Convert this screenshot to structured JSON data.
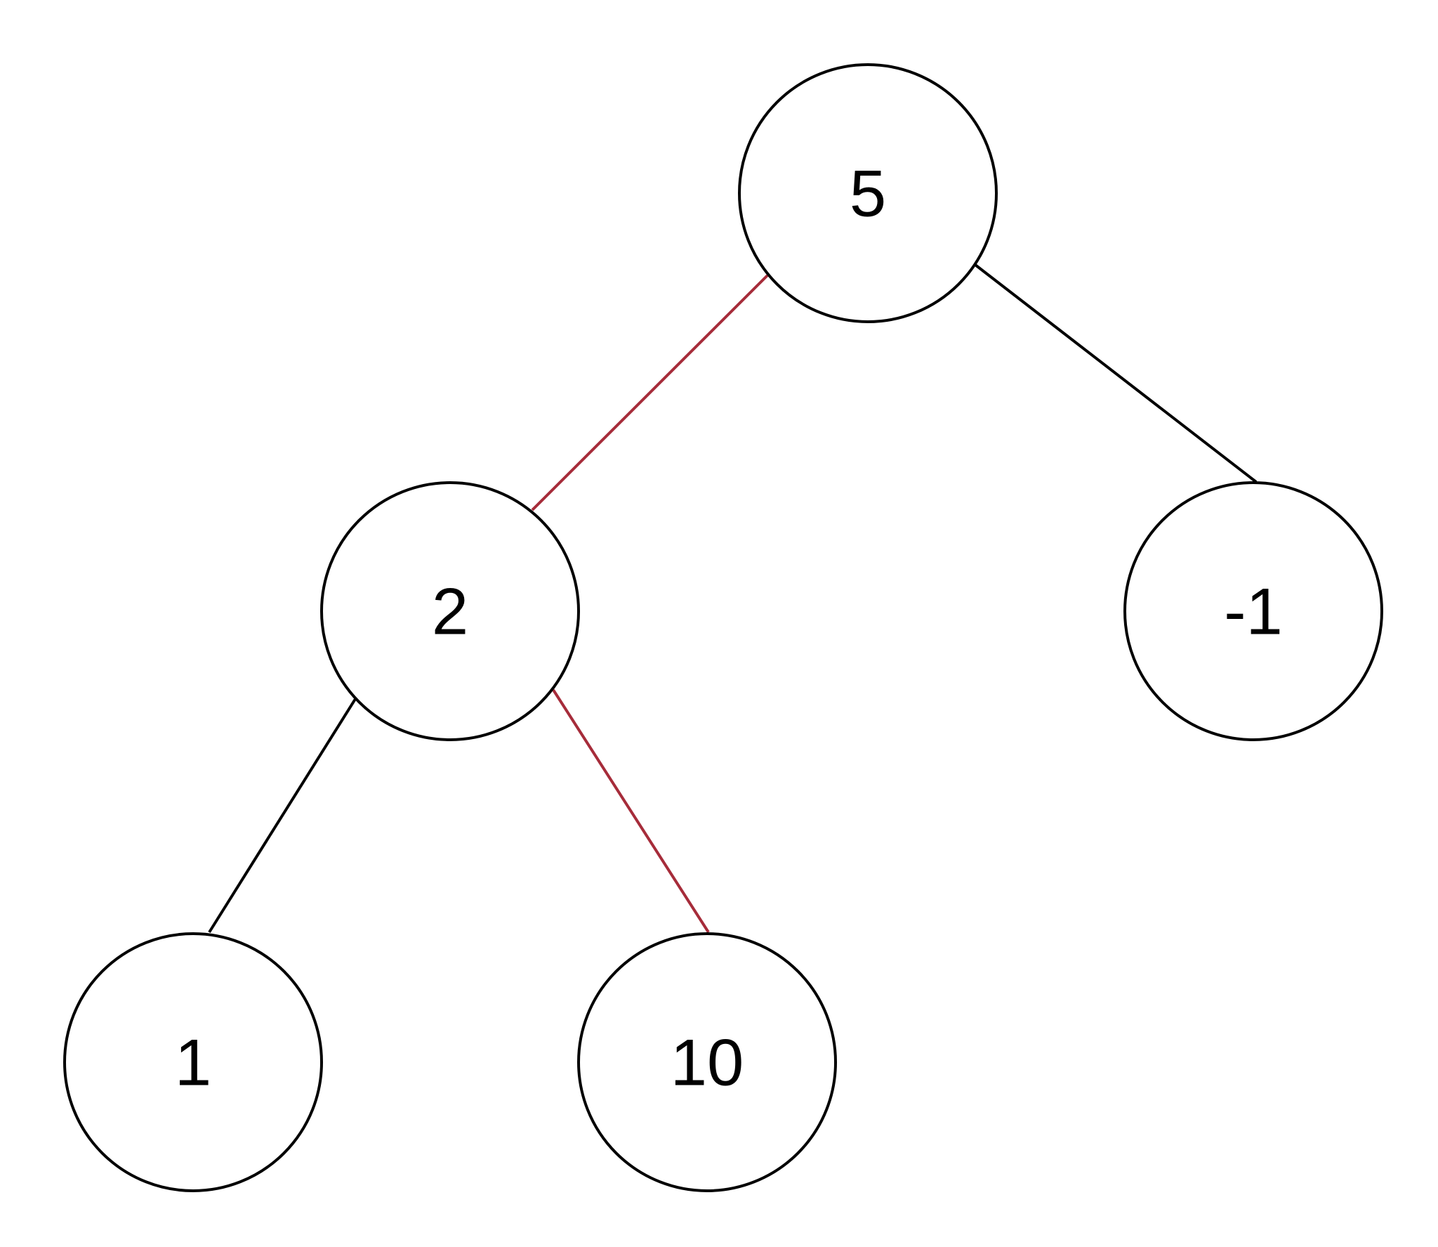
{
  "colors": {
    "background": "#ffffff",
    "node_stroke": "#000000",
    "label_text": "#000000",
    "edge_default": "#000000",
    "edge_highlight": "#a62c3a"
  },
  "nodes": [
    {
      "id": "n5",
      "label": "5"
    },
    {
      "id": "n2",
      "label": "2"
    },
    {
      "id": "nm1",
      "label": "-1"
    },
    {
      "id": "n1",
      "label": "1"
    },
    {
      "id": "n10",
      "label": "10"
    }
  ],
  "edges": [
    {
      "from": "n5",
      "to": "n2",
      "highlighted": true
    },
    {
      "from": "n5",
      "to": "nm1",
      "highlighted": false
    },
    {
      "from": "n2",
      "to": "n1",
      "highlighted": false
    },
    {
      "from": "n2",
      "to": "n10",
      "highlighted": true
    }
  ]
}
